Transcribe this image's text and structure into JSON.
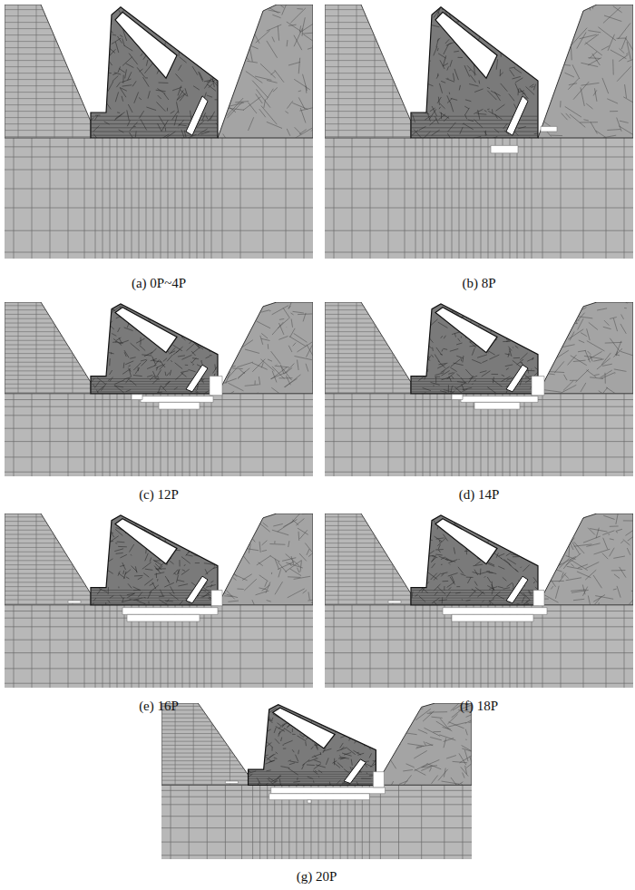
{
  "diagram": {
    "labels": [
      "(a) 0P~4P",
      "(b) 8P",
      "(c) 12P",
      "(d) 14P",
      "(e) 16P",
      "(f) 18P",
      "(g) 20P"
    ]
  }
}
